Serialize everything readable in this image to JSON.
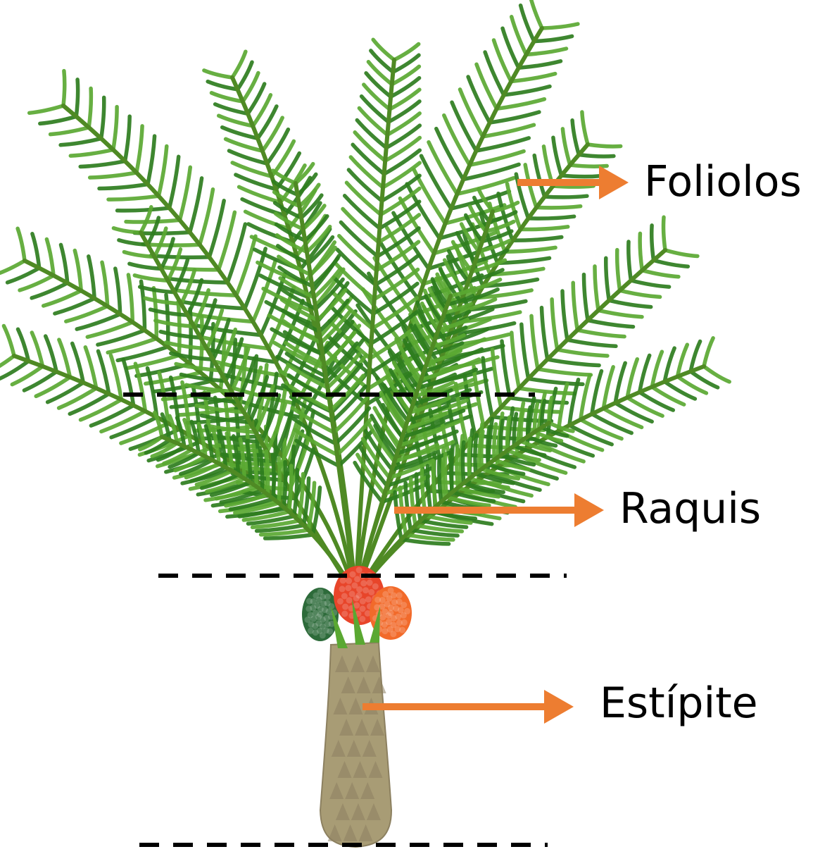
{
  "labels": {
    "foliolos": "Foliolos",
    "raquis": "Raquis",
    "estipite": "Estípite"
  },
  "colors": {
    "arrow": "#ED7D31",
    "frond_dark": "#2E7D1E",
    "frond_light": "#5AA832",
    "rachis": "#4F8A24",
    "trunk": "#A89C75",
    "trunk_dark": "#8C8060",
    "fruit_red": "#E8452A",
    "fruit_orange": "#F26A2A",
    "fruit_green": "#2D6B3A",
    "dash": "#000000"
  },
  "icons": [
    "oil-palm-illustration",
    "arrow-right-icon"
  ]
}
